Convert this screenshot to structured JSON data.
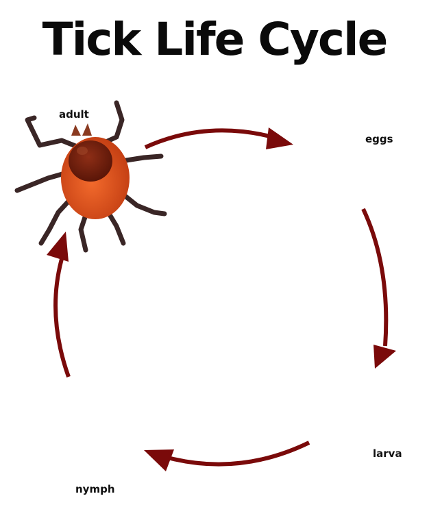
{
  "title": "Tick Life Cycle",
  "stages": [
    {
      "id": "adult",
      "label": "adult"
    },
    {
      "id": "eggs",
      "label": "eggs"
    },
    {
      "id": "larva",
      "label": "larva"
    },
    {
      "id": "nymph",
      "label": "nymph"
    }
  ],
  "flow": [
    "adult",
    "eggs",
    "larva",
    "nymph",
    "adult"
  ],
  "colors": {
    "arrow": "#7a0a0a",
    "adult_body": "#e0501c",
    "adult_shield": "#7a2410",
    "legs": "#3a2626",
    "egg": "#d4d690",
    "larva": "#c9a457",
    "nymph_body": "#e8a880"
  }
}
